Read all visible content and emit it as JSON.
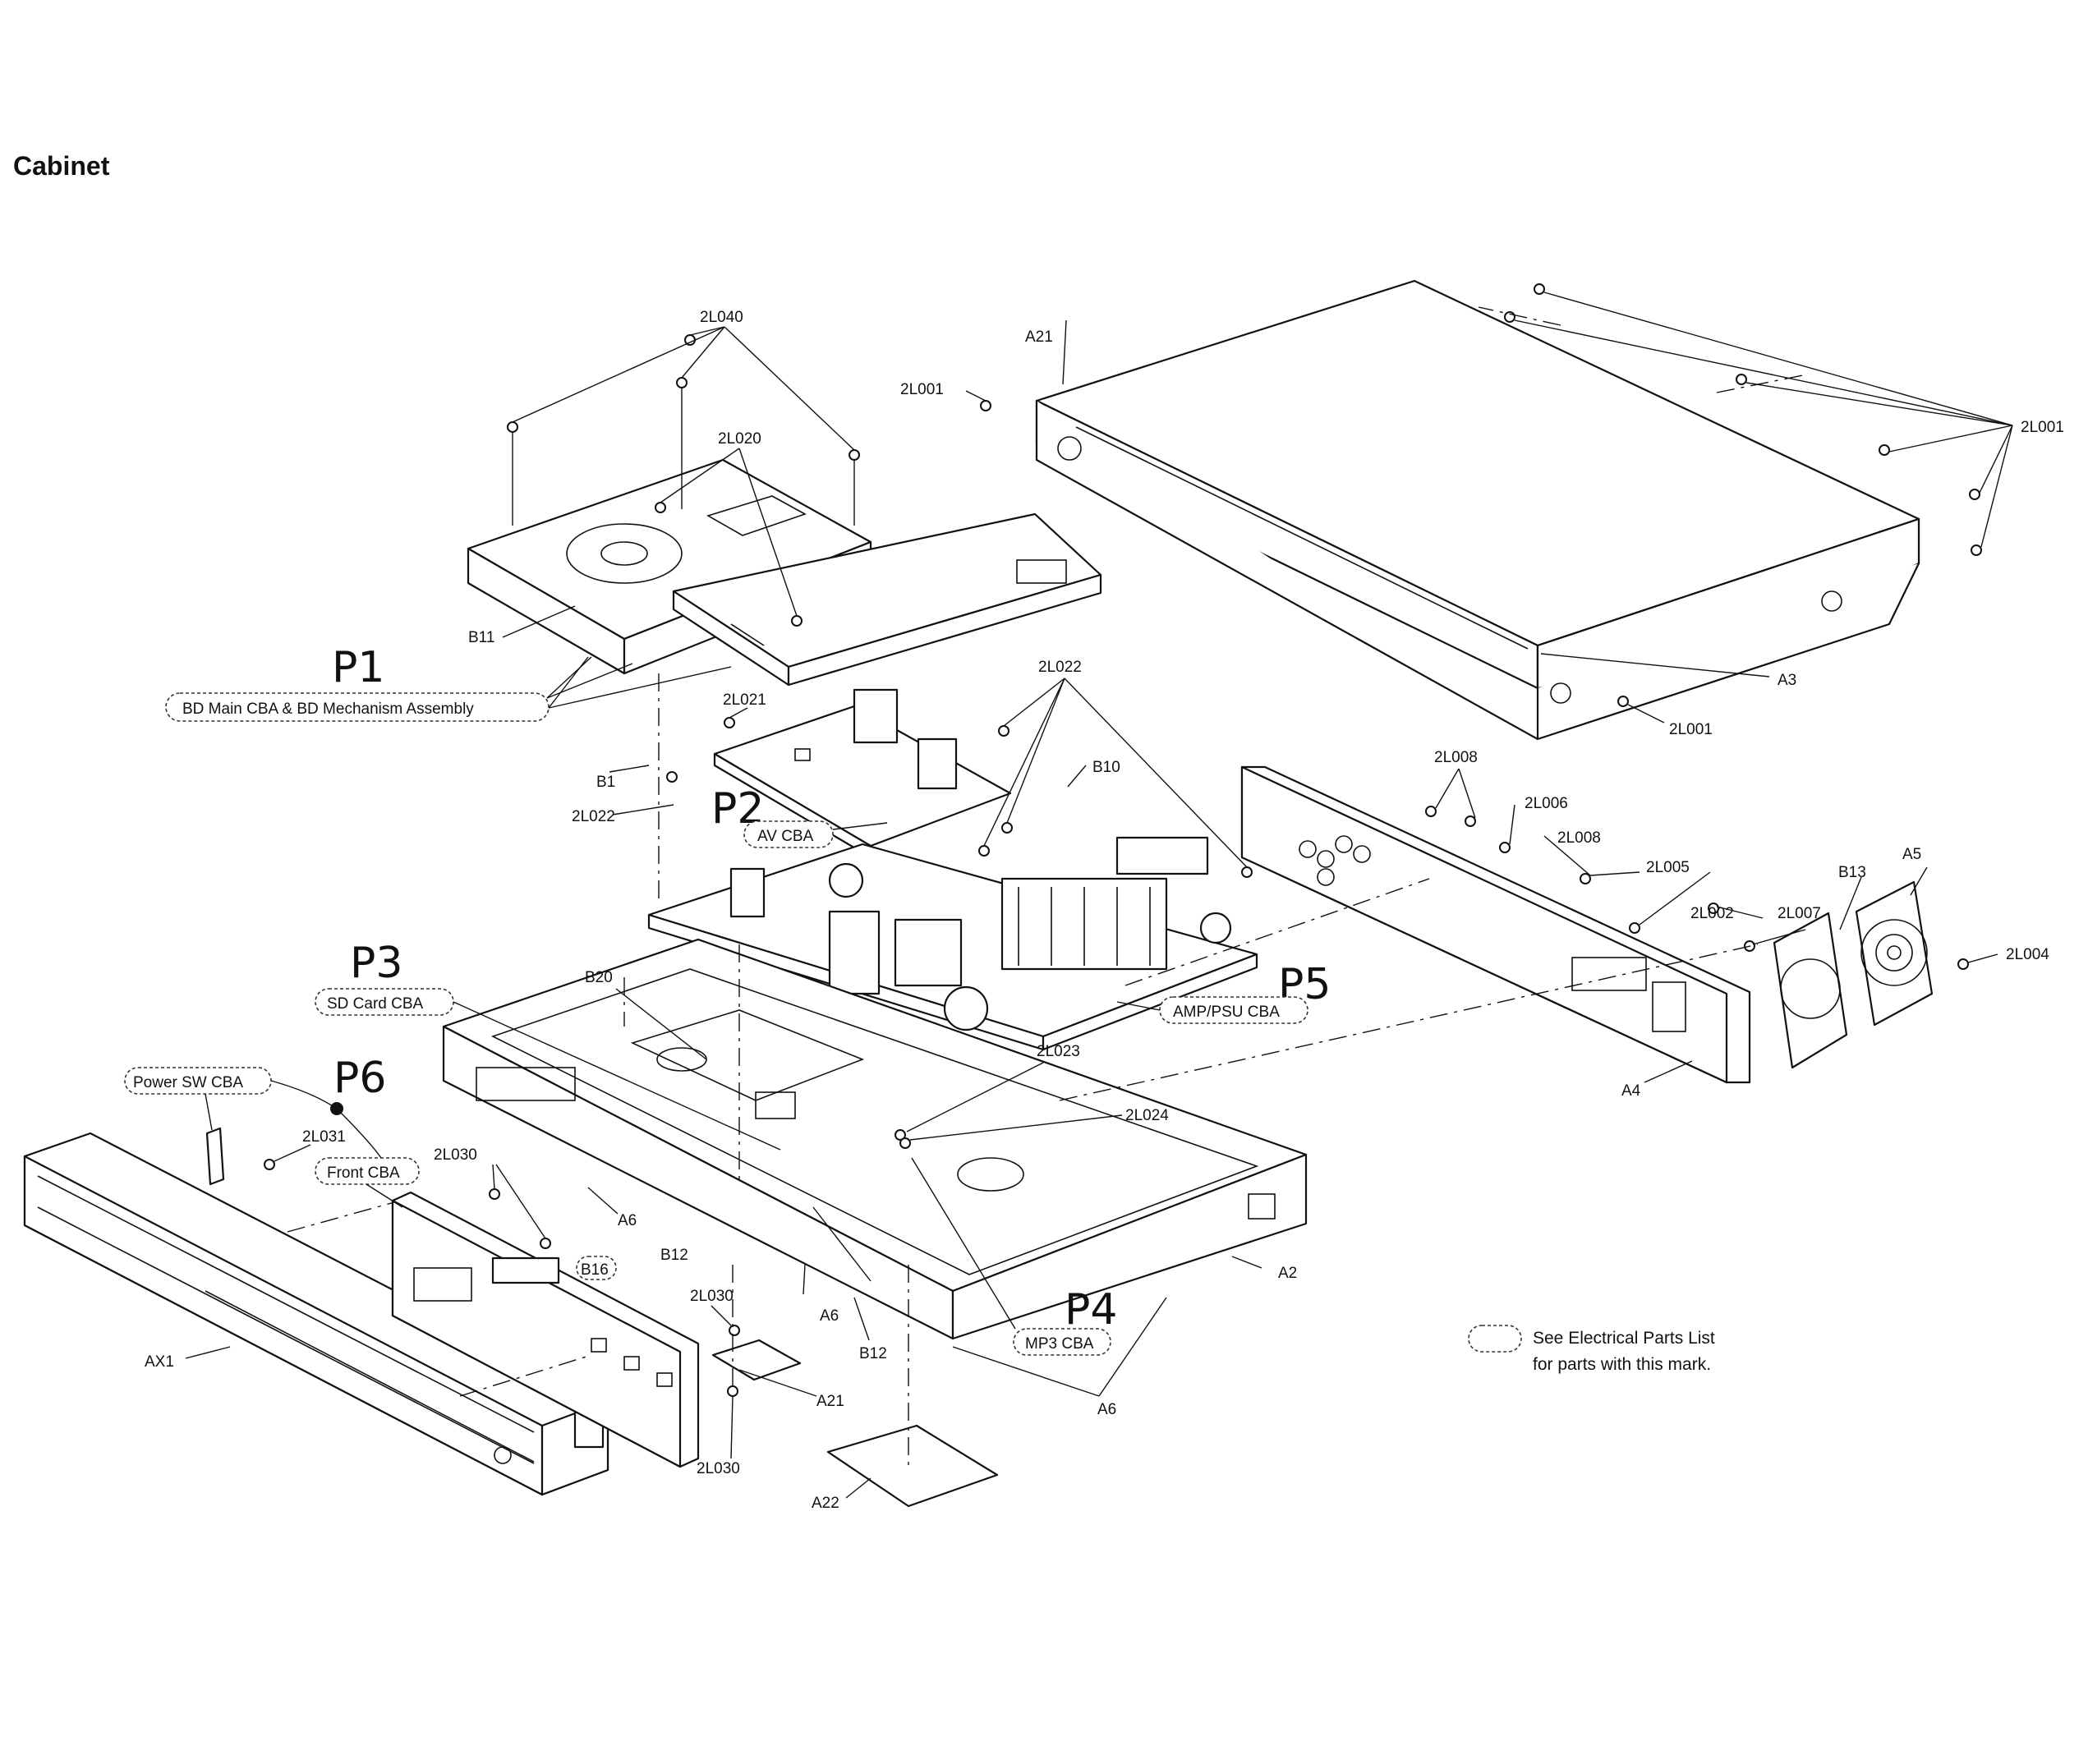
{
  "title": "Cabinet",
  "callouts": {
    "c2L040": "2L040",
    "c2L020": "2L020",
    "cB11": "B11",
    "c2L022_top": "2L022",
    "c2L021": "2L021",
    "cB10": "B10",
    "cB1": "B1",
    "c2L022_left": "2L022",
    "cB20": "B20",
    "c2L023": "2L023",
    "c2L024": "2L024",
    "c2L031": "2L031",
    "c2L030_a": "2L030",
    "c2L030_b": "2L030",
    "c2L030_c": "2L030",
    "cB16": "B16",
    "cA6_a": "A6",
    "cA6_b": "A6",
    "cA6_c": "A6",
    "cB12_a": "B12",
    "cB12_b": "B12",
    "cA21_top": "A21",
    "cA21_bottom": "A21",
    "cA22": "A22",
    "cAX1": "AX1",
    "cA2": "A2",
    "c2L001_a": "2L001",
    "c2L001_b": "2L001",
    "c2L001_c": "2L001",
    "cA3": "A3",
    "c2L008_a": "2L008",
    "c2L008_b": "2L008",
    "c2L006": "2L006",
    "c2L005": "2L005",
    "c2L002": "2L002",
    "c2L007": "2L007",
    "cB13": "B13",
    "cA5": "A5",
    "c2L004": "2L004",
    "cA4": "A4"
  },
  "boards": {
    "p1_tag": "P1",
    "p1_name": "BD Main CBA & BD Mechanism Assembly",
    "p2_tag": "P2",
    "p2_name": "AV CBA",
    "p3_tag": "P3",
    "p3_name": "SD Card CBA",
    "p4_tag": "P4",
    "p4_name": "MP3 CBA",
    "p5_tag": "P5",
    "p5_name": "AMP/PSU CBA",
    "p6_tag": "P6",
    "power_sw": "Power SW CBA",
    "front": "Front CBA"
  },
  "legend": {
    "line1": "See Electrical Parts List",
    "line2": "for parts with this mark."
  }
}
